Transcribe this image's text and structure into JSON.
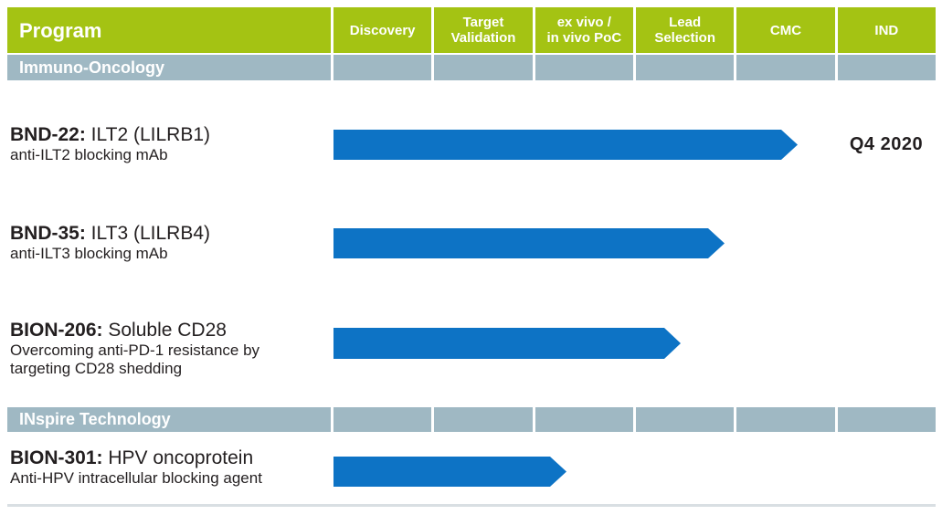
{
  "table": {
    "program_header": "Program",
    "columns": [
      "Discovery",
      "Target\nValidation",
      "ex vivo /\nin vivo PoC",
      "Lead\nSelection",
      "CMC",
      "IND"
    ]
  },
  "sections": [
    {
      "label": "Immuno-Oncology"
    },
    {
      "label": "INspire Technology"
    }
  ],
  "programs": [
    {
      "code": "BND-22:",
      "name": " ILT2 (LILRB1)",
      "description": "anti-ILT2 blocking mAb",
      "milestone": "Q4 2020",
      "section": "Immuno-Oncology"
    },
    {
      "code": "BND-35:",
      "name": " ILT3 (LILRB4)",
      "description": "anti-ILT3 blocking mAb",
      "section": "Immuno-Oncology"
    },
    {
      "code": "BION-206:",
      "name": " Soluble CD28",
      "description": "Overcoming anti-PD-1 resistance by\ntargeting CD28 shedding",
      "section": "Immuno-Oncology"
    },
    {
      "code": "BION-301:",
      "name": " HPV oncoprotein",
      "description": "Anti-HPV intracellular blocking agent",
      "section": "INspire Technology"
    }
  ],
  "colors": {
    "header_green": "#a4c313",
    "section_band_gray": "#9fb8c3",
    "arrow_blue": "#0d73c5",
    "text_dark": "#231f20",
    "bottom_rule": "#d9dfe3"
  },
  "chart_data": {
    "type": "bar",
    "title": "Drug development pipeline by stage",
    "stages": [
      "Discovery",
      "Target Validation",
      "ex vivo / in vivo PoC",
      "Lead Selection",
      "CMC",
      "IND"
    ],
    "categories": [
      "BND-22: ILT2 (LILRB1)",
      "BND-35: ILT3 (LILRB4)",
      "BION-206: Soluble CD28",
      "BION-301: HPV oncoprotein"
    ],
    "values": [
      4.62,
      3.89,
      3.45,
      2.32
    ],
    "units": "stages completed from start of Discovery (1 unit = one stage column)",
    "annotations": [
      {
        "category": "BND-22: ILT2 (LILRB1)",
        "text": "Q4 2020",
        "position": "IND"
      }
    ],
    "legend": "none",
    "bar_color": "#0d73c5"
  }
}
